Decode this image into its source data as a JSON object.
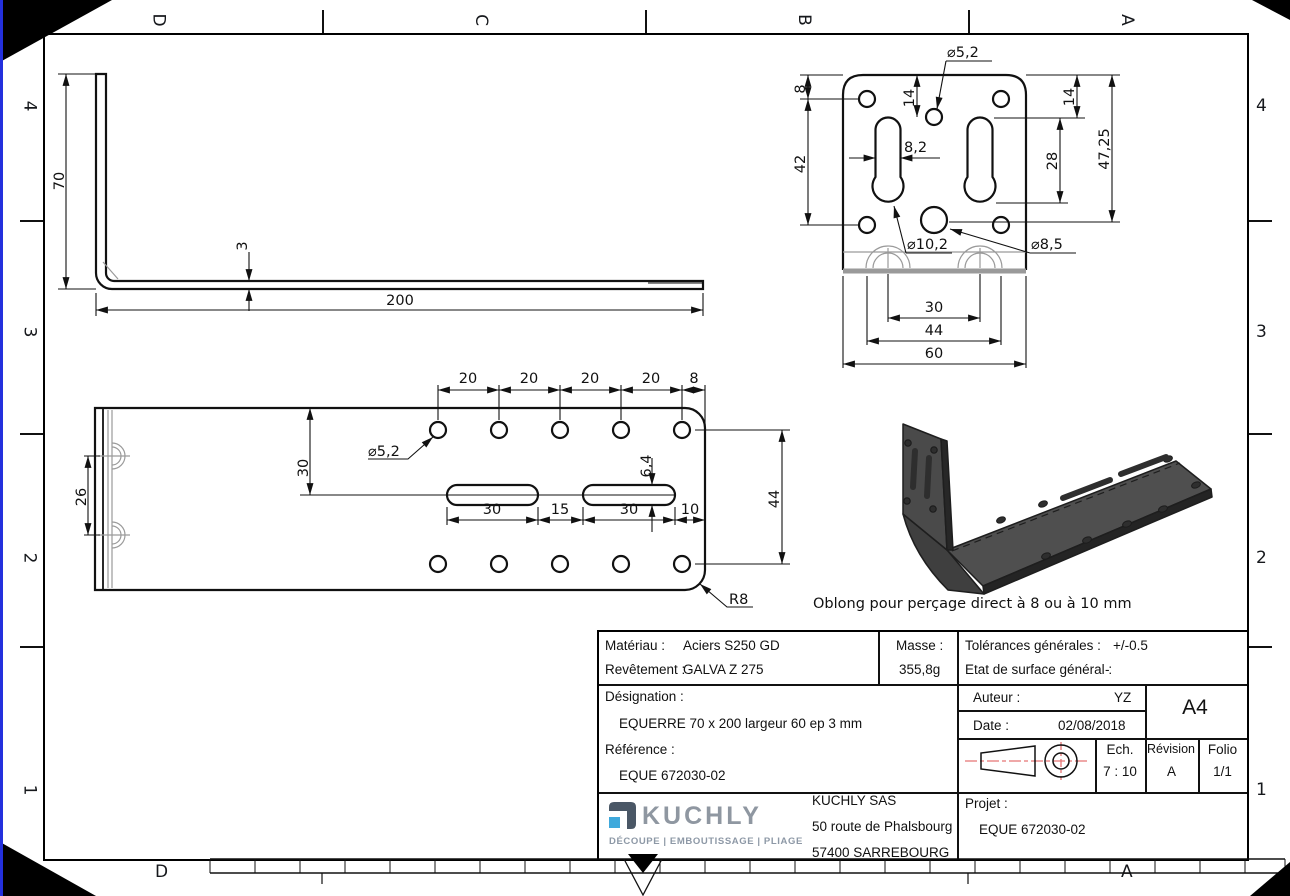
{
  "colors": {
    "line": "#111111",
    "gray_line": "#9a9a9a",
    "edge_blue": "#2330dd",
    "logo_slate": "#4a5766",
    "logo_blue": "#3fa9dc",
    "logo_gray": "#8f97a1",
    "symbol_red": "#e57373",
    "metal_dark": "#4d4d4d"
  },
  "zones": {
    "top": [
      "D",
      "C",
      "B",
      "A"
    ],
    "bottom": [
      "D",
      "A"
    ],
    "left": [
      "4",
      "3",
      "2",
      "1"
    ],
    "right": [
      "4",
      "3",
      "2",
      "1"
    ]
  },
  "note": "Oblong pour perçage direct à 8 ou à 10 mm",
  "views": {
    "side": {
      "height": "70",
      "thickness": "3",
      "length": "200"
    },
    "plan": {
      "pitch": [
        "20",
        "20",
        "20",
        "20",
        "8"
      ],
      "hole_dia": "⌀5,2",
      "top_offset": "30",
      "flange_pitch": "26",
      "slot_width": "6,4",
      "slot_chain": [
        "30",
        "15",
        "30",
        "10"
      ],
      "width": "44",
      "corner_radius": "R8"
    },
    "flat": {
      "edge_offset": "8",
      "hole_span": "42",
      "center_hole_offset": "14",
      "hole_dia": "⌀5,2",
      "slot_width": "8,2",
      "slot_offset": "14",
      "slot_span": "28",
      "bulb_offset": "47,25",
      "bulb_dia": "⌀10,2",
      "big_hole_dia": "⌀8,5",
      "slot_pitch": "30",
      "hole_pitch": "44",
      "width": "60"
    }
  },
  "title_block": {
    "material_label": "Matériau :",
    "material": "Aciers S250 GD",
    "coating_label": "Revêtement :",
    "coating": "GALVA Z 275",
    "mass_label": "Masse :",
    "mass": "355,8g",
    "tolerance_label": "Tolérances générales :",
    "tolerance": "+/-0.5",
    "surface_label": "Etat de surface général :",
    "surface": "-",
    "designation_label": "Désignation :",
    "designation": "EQUERRE 70 x 200 largeur 60 ep 3 mm",
    "reference_label": "Référence :",
    "reference": "EQUE 672030-02",
    "author_label": "Auteur :",
    "author": "YZ",
    "date_label": "Date :",
    "date": "02/08/2018",
    "format": "A4",
    "scale_label": "Ech.",
    "scale": "7 : 10",
    "revision_label": "Révision",
    "revision": "A",
    "folio_label": "Folio",
    "folio": "1/1",
    "project_label": "Projet :",
    "project": "EQUE 672030-02",
    "company": {
      "wordmark": "KUCHLY",
      "tagline": "DÉCOUPE | EMBOUTISSAGE | PLIAGE",
      "name": "KUCHLY SAS",
      "address": "50 route de Phalsbourg",
      "city": "57400 SARREBOURG"
    }
  }
}
